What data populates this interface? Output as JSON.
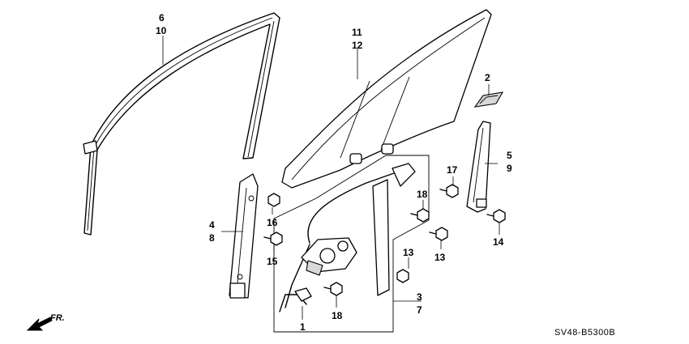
{
  "callouts": {
    "c6": "6",
    "c10": "10",
    "c11": "11",
    "c12": "12",
    "c2": "2",
    "c5": "5",
    "c9": "9",
    "c17": "17",
    "c18a": "18",
    "c18b": "18",
    "c4": "4",
    "c8": "8",
    "c16": "16",
    "c15": "15",
    "c13a": "13",
    "c13b": "13",
    "c14": "14",
    "c3": "3",
    "c7": "7",
    "c1": "1"
  },
  "direction_label": "FR.",
  "diagram_code": "SV48-B5300B",
  "icons": {
    "front_arrow": "arrow-left-down-icon"
  }
}
